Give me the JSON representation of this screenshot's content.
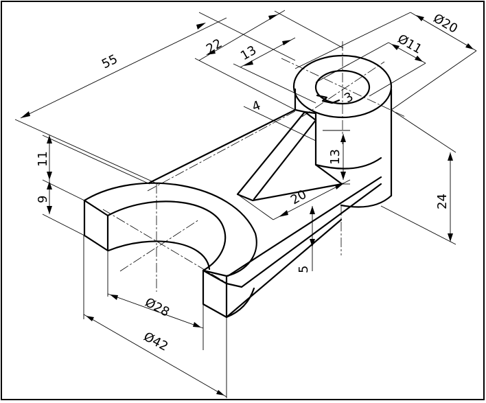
{
  "dimensions": {
    "d55": "55",
    "d22": "22",
    "d13_top": "13",
    "d_phi20": "Ø20",
    "d_phi11": "Ø11",
    "d3": "3",
    "d4": "4",
    "d13_rib": "13",
    "d20": "20",
    "d24": "24",
    "d11": "11",
    "d9": "9",
    "d5": "5",
    "d_phi28": "Ø28",
    "d_phi42": "Ø42"
  }
}
